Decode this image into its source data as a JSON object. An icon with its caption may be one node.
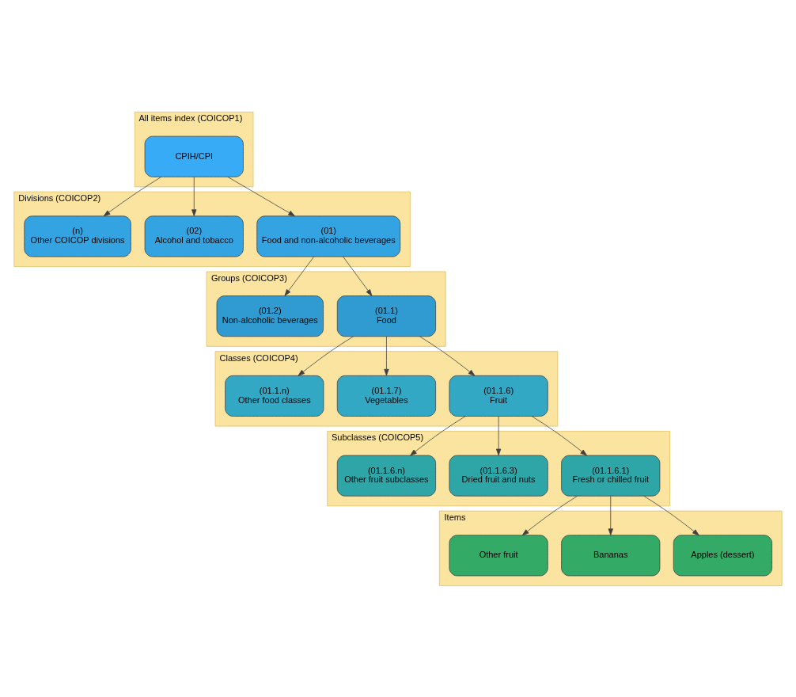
{
  "diagram": {
    "nodes": [
      {
        "text": [
          "All items index (COICOP1)"
        ]
      },
      {
        "text": [
          "CPIH/CPI"
        ],
        "in": 0
      },
      {
        "text": [
          "Divisions (COICOP2)"
        ]
      },
      {
        "text": [
          "(01)",
          "Food and non-alcoholic beverages"
        ],
        "in": 2
      },
      {
        "text": [
          "(02)",
          "Alcohol and tobacco"
        ],
        "in": 2
      },
      {
        "text": [
          "(n)",
          "Other COICOP divisions"
        ],
        "in": 2
      },
      {
        "text": [
          "Groups (COICOP3)"
        ]
      },
      {
        "text": [
          "(01.1)",
          "Food"
        ],
        "in": 6
      },
      {
        "text": [
          "(01.2)",
          "Non-alcoholic beverages"
        ],
        "in": 6
      },
      {
        "text": [
          "Classes (COICOP4)"
        ]
      },
      {
        "text": [
          "(01.1.6)",
          "Fruit"
        ],
        "in": 9
      },
      {
        "text": [
          "(01.1.7)",
          "Vegetables"
        ],
        "in": 9
      },
      {
        "text": [
          "(01.1.n)",
          "Other food classes"
        ],
        "in": 9
      },
      {
        "text": [
          "Subclasses (COICOP5)"
        ]
      },
      {
        "text": [
          "(01.1.6.1)",
          "Fresh or chilled fruit"
        ],
        "in": 13
      },
      {
        "text": [
          "(01.1.6.3)",
          "Dried fruit and nuts"
        ],
        "in": 13
      },
      {
        "text": [
          "(01.1.6.n)",
          "Other fruit subclasses"
        ],
        "in": 13
      },
      {
        "text": [
          "Items"
        ]
      },
      {
        "text": [
          "Apples (dessert)"
        ],
        "in": 17
      },
      {
        "text": [
          "Bananas"
        ],
        "in": 17
      },
      {
        "text": [
          "Other fruit"
        ],
        "in": 17
      }
    ],
    "edges": [
      {
        "from": 1,
        "to": 3,
        "arrow": "to"
      },
      {
        "from": 1,
        "to": 4,
        "arrow": "to"
      },
      {
        "from": 1,
        "to": 5,
        "arrow": "to"
      },
      {
        "from": 3,
        "to": 7,
        "arrow": "to"
      },
      {
        "from": 3,
        "to": 8,
        "arrow": "to"
      },
      {
        "from": 7,
        "to": 10,
        "arrow": "to"
      },
      {
        "from": 7,
        "to": 11,
        "arrow": "to"
      },
      {
        "from": 7,
        "to": 12,
        "arrow": "to"
      },
      {
        "from": 10,
        "to": 14,
        "arrow": "to"
      },
      {
        "from": 10,
        "to": 15,
        "arrow": "to"
      },
      {
        "from": 10,
        "to": 16,
        "arrow": "to"
      },
      {
        "from": 14,
        "to": 18,
        "arrow": "to"
      },
      {
        "from": 14,
        "to": 19,
        "arrow": "to"
      },
      {
        "from": 14,
        "to": 20,
        "arrow": "to"
      }
    ]
  }
}
